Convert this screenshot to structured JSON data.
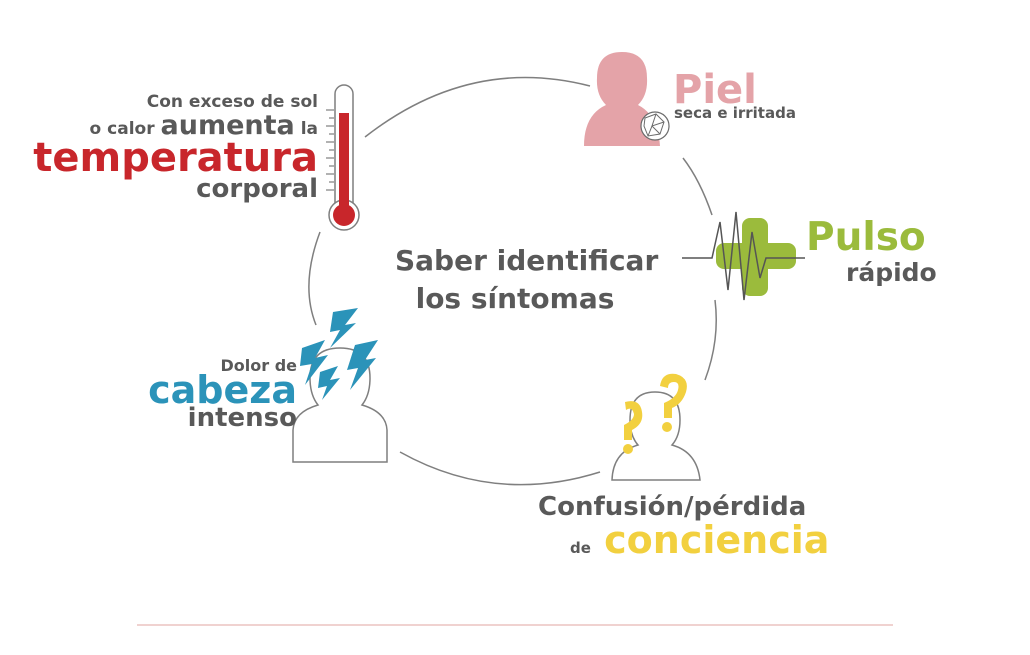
{
  "center": {
    "line1": "Saber identificar",
    "line2": "los síntomas"
  },
  "temperature": {
    "line1": "Con exceso de sol",
    "line2_pre": "o calor",
    "line2_emph": "aumenta",
    "line2_post": "la",
    "highlight": "temperatura",
    "line4": "corporal",
    "color": "#c8262b"
  },
  "skin": {
    "highlight": "Piel",
    "subtitle": "seca e irritada",
    "color": "#e4a3a8"
  },
  "pulse": {
    "highlight": "Pulso",
    "subtitle": "rápido",
    "color": "#9bbb3c"
  },
  "headache": {
    "line1": "Dolor de",
    "highlight": "cabeza",
    "line3": "intenso",
    "color": "#2b93b9"
  },
  "confusion": {
    "line1": "Confusión/pérdida",
    "prefix": "de",
    "highlight": "conciencia",
    "color": "#f2d03f"
  },
  "icons": [
    "thermometer-icon",
    "woman-head-icon",
    "medical-cross-icon",
    "heartbeat-icon",
    "lightning-bolt-icon",
    "question-mark-icon"
  ],
  "colors": {
    "text_grey": "#595959",
    "line_grey": "#7f7f7f",
    "divider": "#e7b6b3"
  }
}
